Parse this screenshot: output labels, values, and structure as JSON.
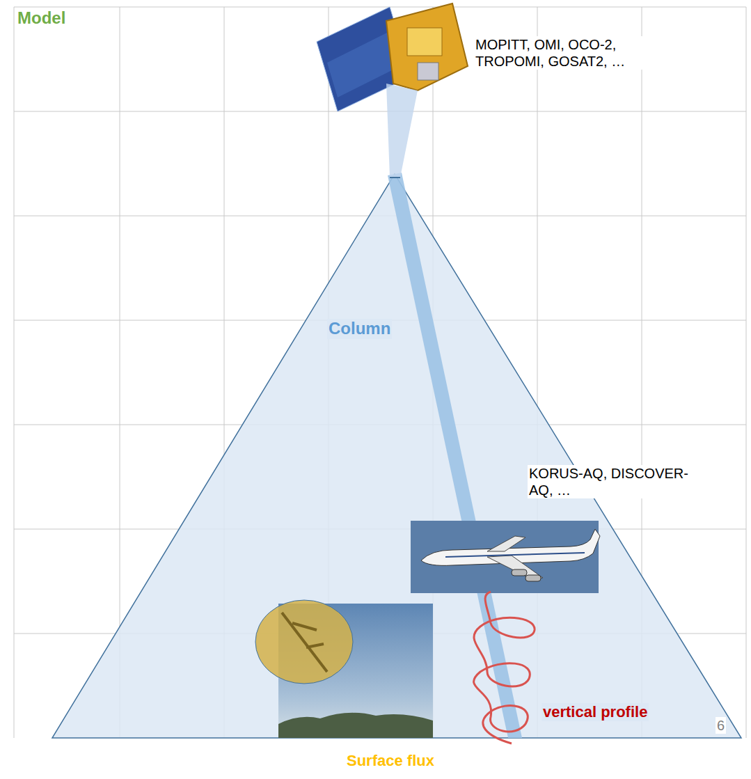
{
  "diagram": {
    "labels": [
      "Model",
      "MOPITT, OMI, OCO-2, TROPOMI, GOSAT2, …",
      "Column",
      "KORUS-AQ, DISCOVER-AQ, …",
      "vertical profile",
      "6",
      "Surface flux"
    ]
  }
}
